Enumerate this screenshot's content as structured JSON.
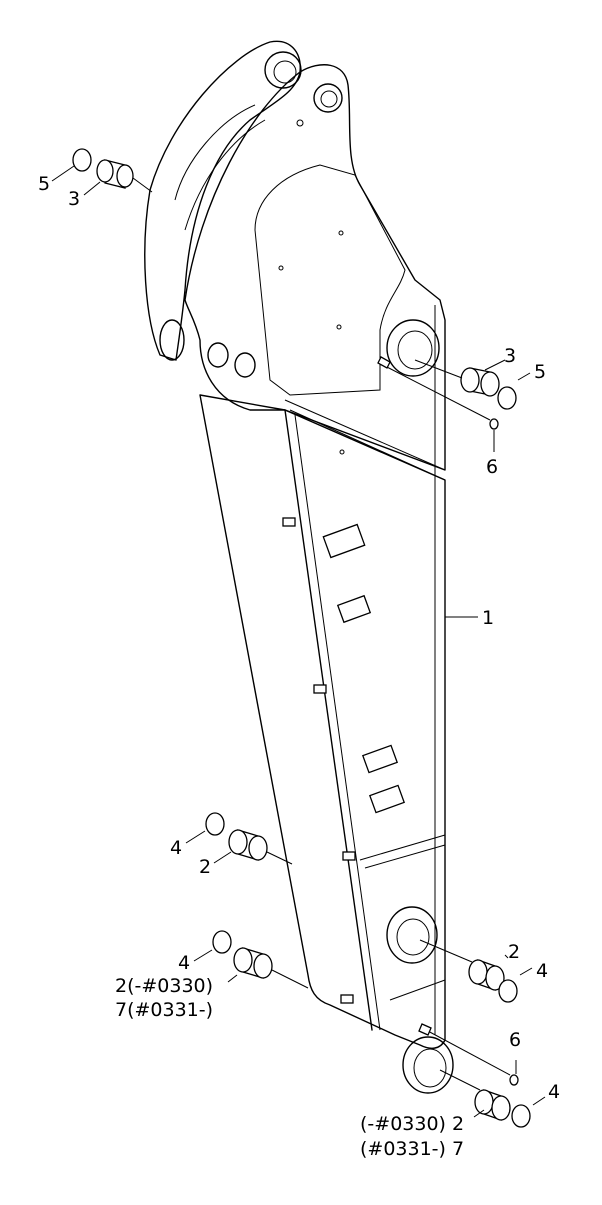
{
  "callouts": {
    "c1": "1",
    "c2_mid_left": "2",
    "c2_lower_left_a": "2(-#0330)",
    "c2_lower_left_b": "7(#0331-)",
    "c2_lower_right": "2",
    "c2_bottom_a": "(-#0330) 2",
    "c2_bottom_b": "(#0331-) 7",
    "c3_top_left": "3",
    "c3_top_right": "3",
    "c4_mid_left": "4",
    "c4_lower_left": "4",
    "c4_lower_right": "4",
    "c4_bottom_right": "4",
    "c5_top_left": "5",
    "c5_top_right": "5",
    "c6_upper": "6",
    "c6_lower": "6"
  }
}
